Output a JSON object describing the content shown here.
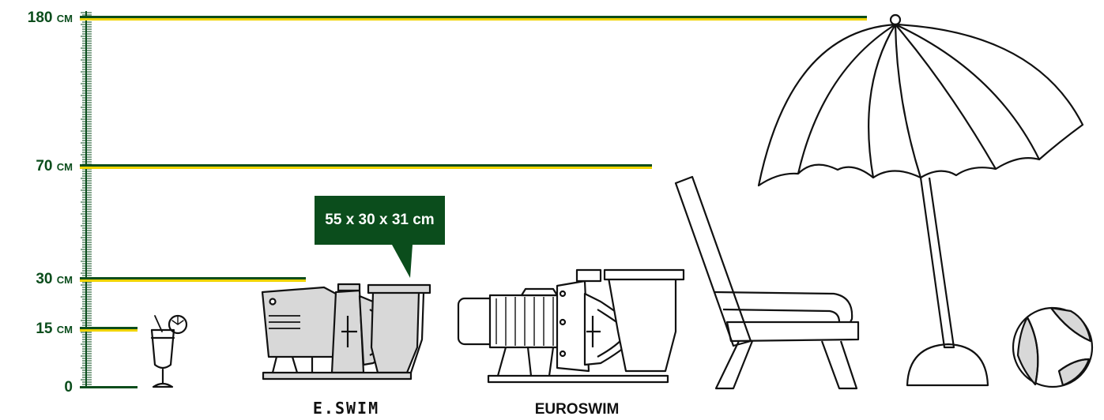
{
  "colors": {
    "green": "#0b4d1c",
    "yellow": "#f0d400",
    "gray": "#d8d8d8",
    "line": "#111111"
  },
  "scale": {
    "unit": "CM",
    "markers": [
      {
        "value": 180,
        "label": "180"
      },
      {
        "value": 70,
        "label": "70"
      },
      {
        "value": 30,
        "label": "30"
      },
      {
        "value": 15,
        "label": "15"
      },
      {
        "value": 0,
        "label": "0"
      }
    ]
  },
  "callout": {
    "text": "55 x 30 x 31 cm"
  },
  "products": [
    {
      "name": "E.SWIM",
      "logo_text": "E.SWIM"
    },
    {
      "name": "EUROSWIM",
      "label": "EUROSWIM"
    }
  ],
  "icons": [
    "cocktail-icon",
    "pump-icon",
    "lounge-chair-icon",
    "umbrella-icon",
    "beach-ball-icon"
  ]
}
